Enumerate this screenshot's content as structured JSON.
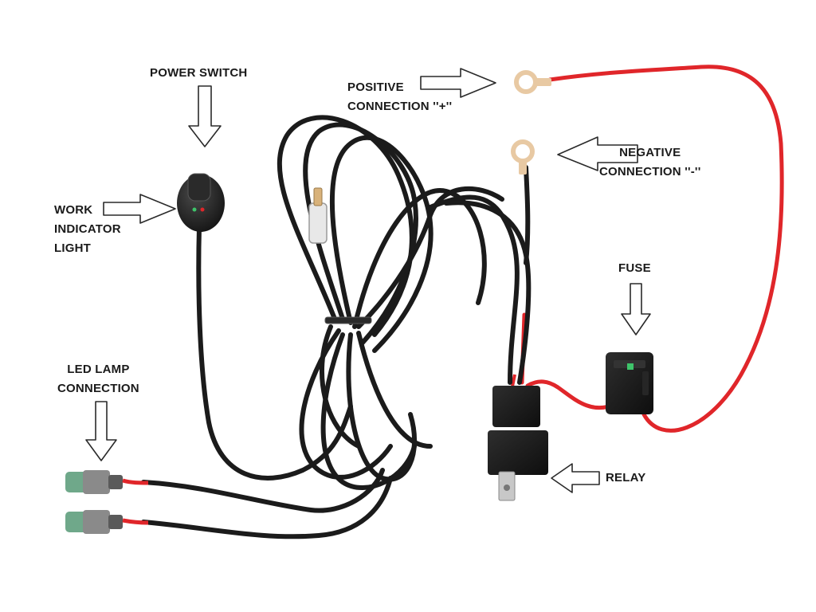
{
  "labels": {
    "power_switch": "POWER SWITCH",
    "positive": [
      "POSITIVE",
      "CONNECTION ''+''"
    ],
    "negative": [
      "NEGATIVE",
      "CONNECTION ''-''"
    ],
    "work_indicator": [
      "WORK",
      "INDICATOR",
      "LIGHT"
    ],
    "fuse": "FUSE",
    "led_lamp": [
      "LED LAMP",
      "CONNECTION"
    ],
    "relay": "RELAY"
  },
  "colors": {
    "wire_black": "#1b1b1b",
    "wire_red": "#e0262a",
    "terminal": "#e8c9a3",
    "connector_grey": "#8a8a8a",
    "connector_green": "#6fa88a",
    "arrow_fill": "#ffffff",
    "arrow_stroke": "#2a2a2a"
  }
}
